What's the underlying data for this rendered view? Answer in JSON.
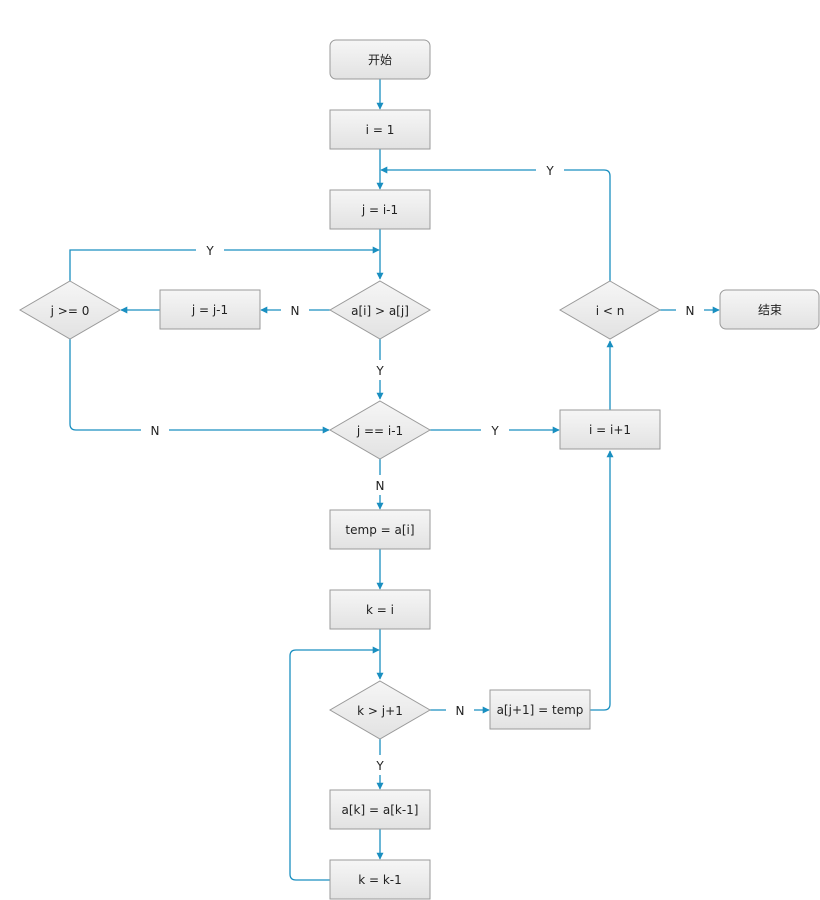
{
  "colors": {
    "edge": "#1a8fc0",
    "node_fill_top": "#f6f6f6",
    "node_fill_bottom": "#e2e2e2",
    "node_border": "#9a9a9a",
    "text": "#222222"
  },
  "nodes": {
    "start": "开始",
    "i_eq_1": "i = 1",
    "j_eq_i_minus_1": "j = i-1",
    "cond_ai_gt_aj": "a[i] > a[j]",
    "j_eq_j_minus_1": "j = j-1",
    "cond_j_ge_0": "j >= 0",
    "cond_j_eq_i_minus_1": "j == i-1",
    "temp_eq_ai": "temp = a[i]",
    "k_eq_i": "k = i",
    "cond_k_gt_j_plus_1": "k > j+1",
    "ak_eq_ak_minus_1": "a[k] = a[k-1]",
    "k_eq_k_minus_1": "k = k-1",
    "aj1_eq_temp": "a[j+1] = temp",
    "i_eq_i_plus_1": "i = i+1",
    "cond_i_lt_n": "i < n",
    "end": "结束"
  },
  "edge_labels": {
    "loop_back_y": "Y",
    "ai_gt_aj_n": "N",
    "ai_gt_aj_y": "Y",
    "j_ge_0_y": "Y",
    "j_ge_0_n": "N",
    "j_eq_i1_y": "Y",
    "j_eq_i1_n": "N",
    "k_gt_j1_n": "N",
    "k_gt_j1_y": "Y",
    "i_lt_n_n": "N"
  }
}
